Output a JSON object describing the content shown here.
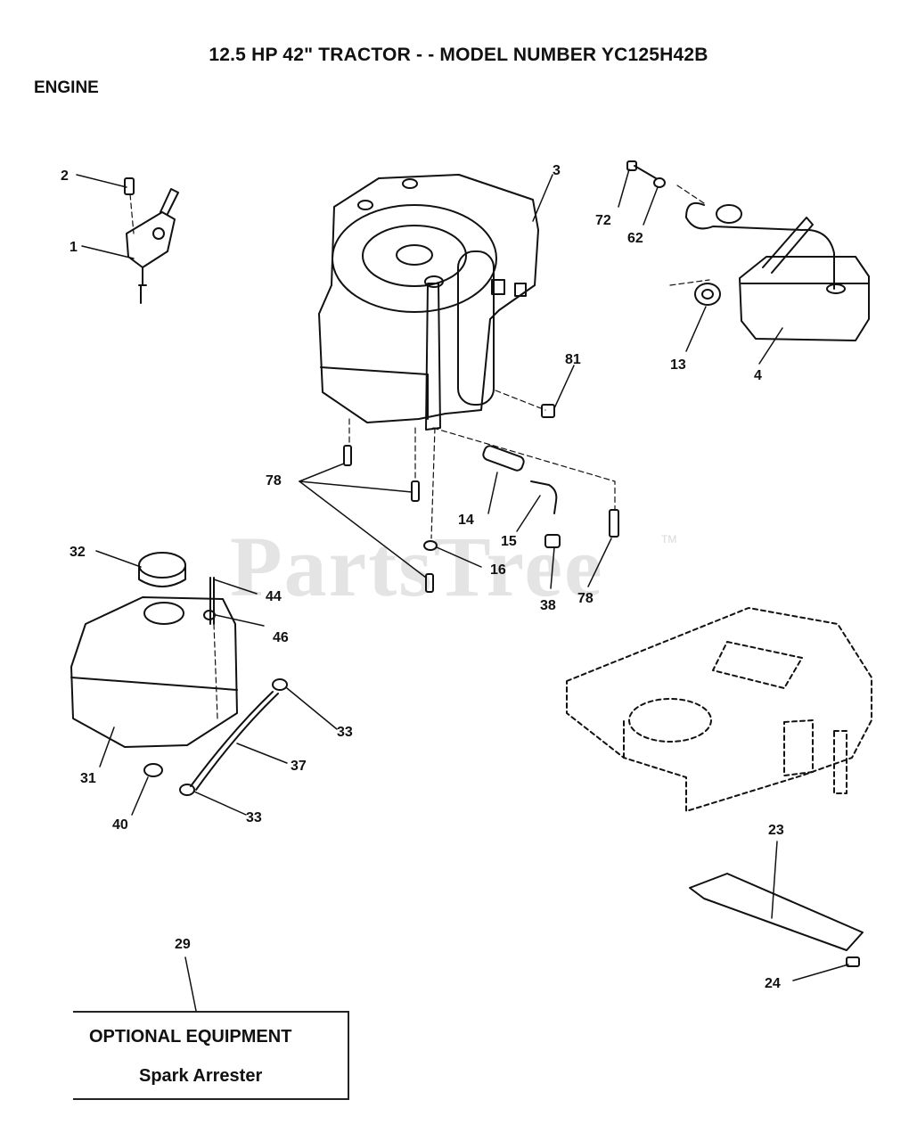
{
  "header": {
    "title": "12.5 HP 42\" TRACTOR - - MODEL NUMBER YC125H42B",
    "section": "ENGINE"
  },
  "watermark": {
    "text": "PartsTree",
    "tm": "TM"
  },
  "optional_equipment": {
    "title": "OPTIONAL EQUIPMENT",
    "item": "Spark Arrester"
  },
  "callouts": {
    "c1": "1",
    "c2": "2",
    "c3": "3",
    "c4": "4",
    "c13": "13",
    "c14": "14",
    "c15": "15",
    "c16": "16",
    "c23": "23",
    "c24": "24",
    "c29": "29",
    "c31": "31",
    "c32": "32",
    "c33a": "33",
    "c33b": "33",
    "c37": "37",
    "c38": "38",
    "c40": "40",
    "c44": "44",
    "c46": "46",
    "c62": "62",
    "c72": "72",
    "c78a": "78",
    "c78b": "78",
    "c81": "81"
  }
}
